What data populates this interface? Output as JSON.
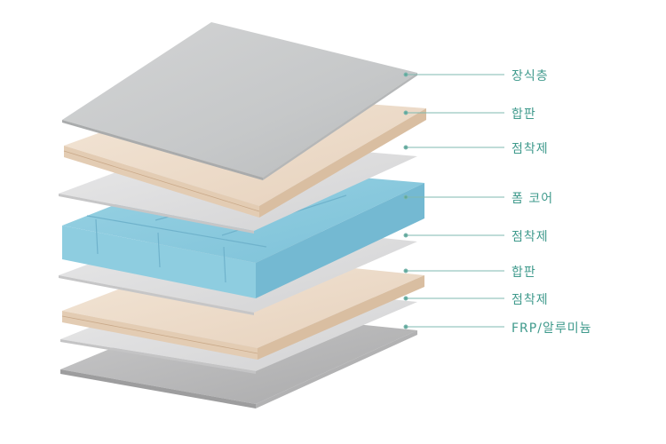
{
  "labels": [
    {
      "text": "장식층"
    },
    {
      "text": "합판"
    },
    {
      "text": "점착제"
    },
    {
      "text": "폼 코어"
    },
    {
      "text": "점착제"
    },
    {
      "text": "합판"
    },
    {
      "text": "점착제"
    },
    {
      "text": "FRP/알루미늄"
    }
  ],
  "colors": {
    "label_text": "#3f9a8c",
    "leader_line": "#7fb9b0",
    "decor_layer": "#c9cbcc",
    "plywood_top": "#eddccd",
    "plywood_edge": "#dcc2a6",
    "adhesive": "#dededf",
    "foam_top": "#88c7dc",
    "foam_edge": "#78bdd6",
    "frp_aluminum": "#bdbdbe"
  }
}
